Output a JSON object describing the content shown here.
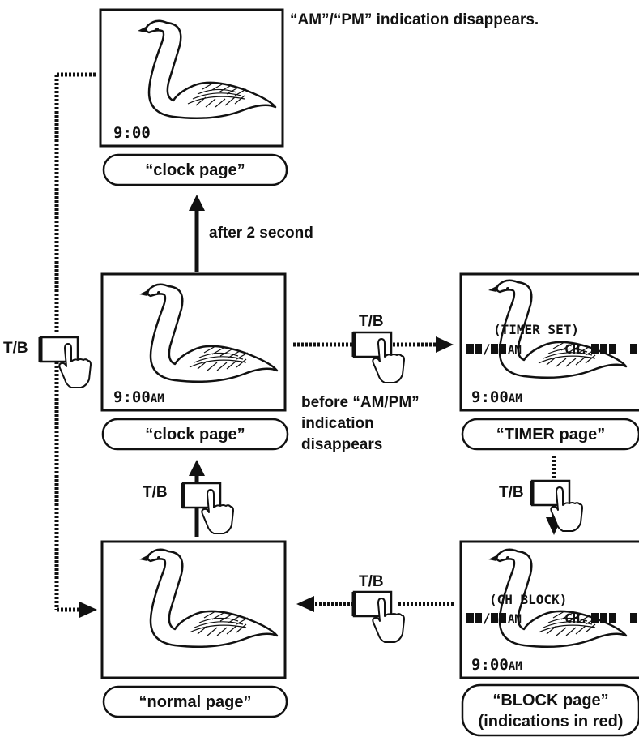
{
  "screens": {
    "top": {
      "time": "9:00",
      "suffix": "",
      "label": "“clock page”",
      "note": "“AM”/“PM” indication disappears."
    },
    "middle": {
      "time": "9:00",
      "suffix": "AM",
      "label": "“clock page”"
    },
    "timer": {
      "osd_title": "(TIMER SET)",
      "osd_line_mid": "AM",
      "osd_line_end": "CH.",
      "time": "9:00",
      "suffix": "AM",
      "label": "“TIMER page”"
    },
    "block": {
      "osd_title": "(CH BLOCK)",
      "osd_line_mid": "AM",
      "osd_line_end": "CH.",
      "time": "9:00",
      "suffix": "AM",
      "label_line1": "“BLOCK page”",
      "label_line2": "(indications in red)"
    },
    "normal": {
      "label": "“normal page”"
    }
  },
  "transitions": {
    "after_2_second": "after 2 second",
    "before_ampm_line1": "before “AM/PM”",
    "before_ampm_line2": "indication",
    "before_ampm_line3": "disappears",
    "tb_button_label": "T/B"
  },
  "icons": {
    "screen_image": "swan-icon",
    "button": "remote-button-icon",
    "hand": "pointing-hand-icon"
  }
}
